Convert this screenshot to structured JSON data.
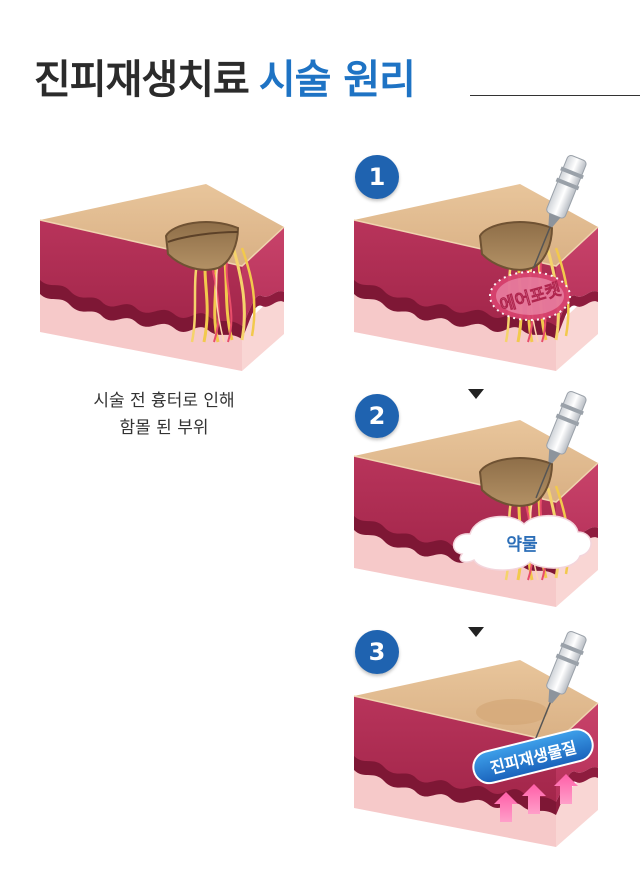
{
  "header": {
    "title_main": "진피재생치료",
    "title_accent": "시술 원리"
  },
  "before": {
    "caption_line1": "시술 전 흉터로 인해",
    "caption_line2": "함몰 된 부위"
  },
  "steps": [
    {
      "number": "1",
      "label": "에어포켓"
    },
    {
      "number": "2",
      "label": "약물"
    },
    {
      "number": "3",
      "label": "진피재생물질"
    }
  ],
  "colors": {
    "accent": "#1e73c4",
    "badge": "#1f63b0",
    "skin_top": "#e2bd92",
    "dermis": "#b32e56",
    "dermis_dark": "#7e1735",
    "fat": "#f6c9c9"
  }
}
